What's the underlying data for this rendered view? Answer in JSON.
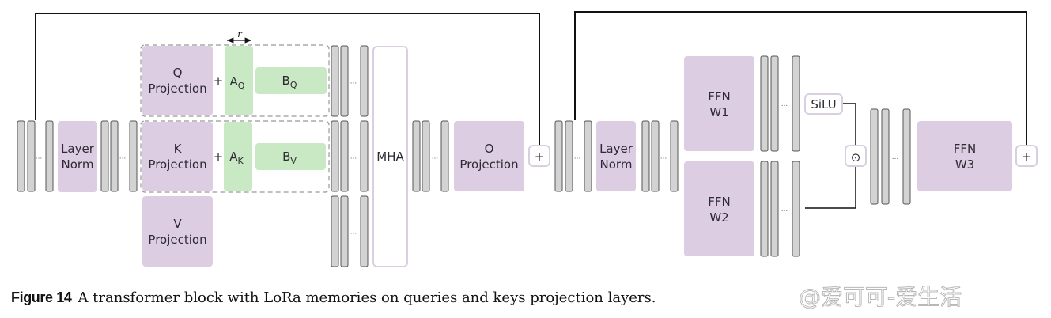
{
  "figure": {
    "label": "Figure 14",
    "caption": "A transformer block with LoRa memories on queries and keys projection layers."
  },
  "watermark": "@爱可可-爱生活",
  "colors": {
    "purple_block": "#dccde3",
    "green_block": "#c9e8c4",
    "vector_fill": "#d3d3d3",
    "vector_stroke": "#555555",
    "line": "#111111",
    "dashed": "#999999",
    "op_border": "#d8cfe0"
  },
  "blocks": {
    "layer_norm_1": [
      "Layer",
      "Norm"
    ],
    "q_projection": [
      "Q",
      "Projection"
    ],
    "k_projection": [
      "K",
      "Projection"
    ],
    "v_projection": [
      "V",
      "Projection"
    ],
    "a_q": {
      "base": "A",
      "sub": "Q"
    },
    "b_q": {
      "base": "B",
      "sub": "Q"
    },
    "a_k": {
      "base": "A",
      "sub": "K"
    },
    "b_v": {
      "base": "B",
      "sub": "V"
    },
    "plus_q": "+",
    "plus_k": "+",
    "rank_label": "r",
    "mha": "MHA",
    "o_projection": [
      "O",
      "Projection"
    ],
    "residual_add_1": "+",
    "layer_norm_2": [
      "Layer",
      "Norm"
    ],
    "ffn_w1": [
      "FFN",
      "W1"
    ],
    "ffn_w2": [
      "FFN",
      "W2"
    ],
    "silu": "SiLU",
    "hadamard": "⊙",
    "ffn_w3": [
      "FFN",
      "W3"
    ],
    "residual_add_2": "+",
    "ellipsis": "..."
  }
}
